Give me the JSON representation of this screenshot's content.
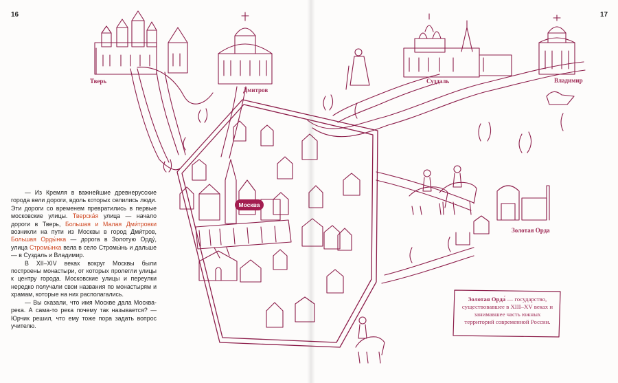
{
  "pages": {
    "left_number": "16",
    "right_number": "17"
  },
  "map": {
    "labels": {
      "tver": "Тверь",
      "dmitrov": "Дмитров",
      "suzdal": "Суздаль",
      "vladimir": "Владимир",
      "moscow": "Москва",
      "golden_horde": "Золотая Орда"
    }
  },
  "text": {
    "p1": {
      "s1": "— Из Кремля в важнейшие древ­не­русские города вели дороги, вдоль которых селились люди. Эти дороги со временем превратились в первые московские улицы. ",
      "h1": "Тверска́я",
      "s2": " улица — начало дороги в Тверь, ",
      "h2": "Большая и Малая Дми́тров­ки",
      "s3": " возникли на пути из Москвы в город Дми́тров, ",
      "h3": "Большая Орды́нка",
      "s4": " — дорога в Золотую Орду́, улица ",
      "h4": "Стромы́нка",
      "s5": " вела в село Стромы́нь и дальше — в Суздаль и Владимир."
    },
    "p2": "В XII–XIV веках вокруг Москвы были построены монастыри, от которых пролегли улицы к центру города. Московские улицы и переулки нередко получали свои названия по монастырям и храмам, которые на них располагались.",
    "p3": "— Вы сказали, что имя Москве дала Москва-река. А сама-то река почему так называется? — Юрчик решил, что ему тоже пора задать вопрос учителю."
  },
  "note": {
    "term": "Золотая Орда́",
    "body": " — государство, существовавшее в XIII–XV веках и занимавшее часть южных территорий современной России."
  },
  "colors": {
    "ink": "#9e2a55",
    "accent": "#d04a25",
    "moscow_badge": "#a31d50"
  }
}
